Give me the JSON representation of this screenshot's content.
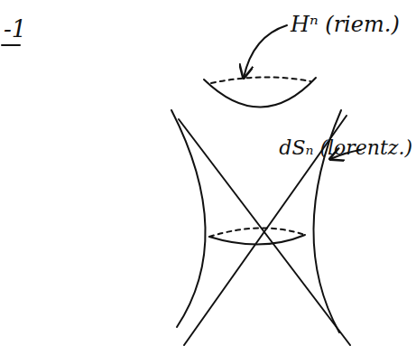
{
  "diagram": {
    "labels": [
      "-1",
      "Hⁿ (riem.)",
      "dSₙ (lorentz.)"
    ]
  }
}
